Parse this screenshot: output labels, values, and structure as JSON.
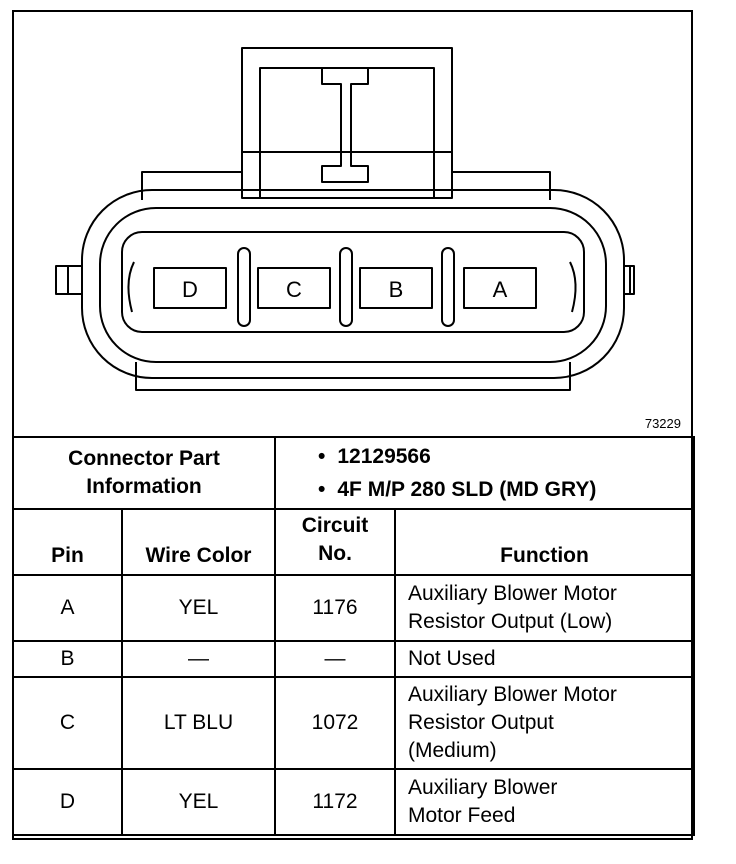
{
  "diagram": {
    "number": "73229",
    "pins": [
      "D",
      "C",
      "B",
      "A"
    ]
  },
  "connector_part_info": {
    "label_line1": "Connector Part",
    "label_line2": "Information",
    "items": [
      "12129566",
      "4F M/P 280 SLD (MD GRY)"
    ]
  },
  "columns": {
    "pin": "Pin",
    "wire_color": "Wire Color",
    "circuit_line1": "Circuit",
    "circuit_line2": "No.",
    "function": "Function"
  },
  "rows": [
    {
      "pin": "A",
      "wire_color": "YEL",
      "circuit": "1176",
      "function": [
        "Auxiliary Blower Motor",
        "Resistor Output (Low)"
      ]
    },
    {
      "pin": "B",
      "wire_color": "—",
      "circuit": "—",
      "function": [
        "Not Used"
      ]
    },
    {
      "pin": "C",
      "wire_color": "LT BLU",
      "circuit": "1072",
      "function": [
        "Auxiliary Blower Motor",
        "Resistor Output",
        "(Medium)"
      ]
    },
    {
      "pin": "D",
      "wire_color": "YEL",
      "circuit": "1172",
      "function": [
        "Auxiliary Blower",
        "Motor Feed"
      ]
    }
  ]
}
